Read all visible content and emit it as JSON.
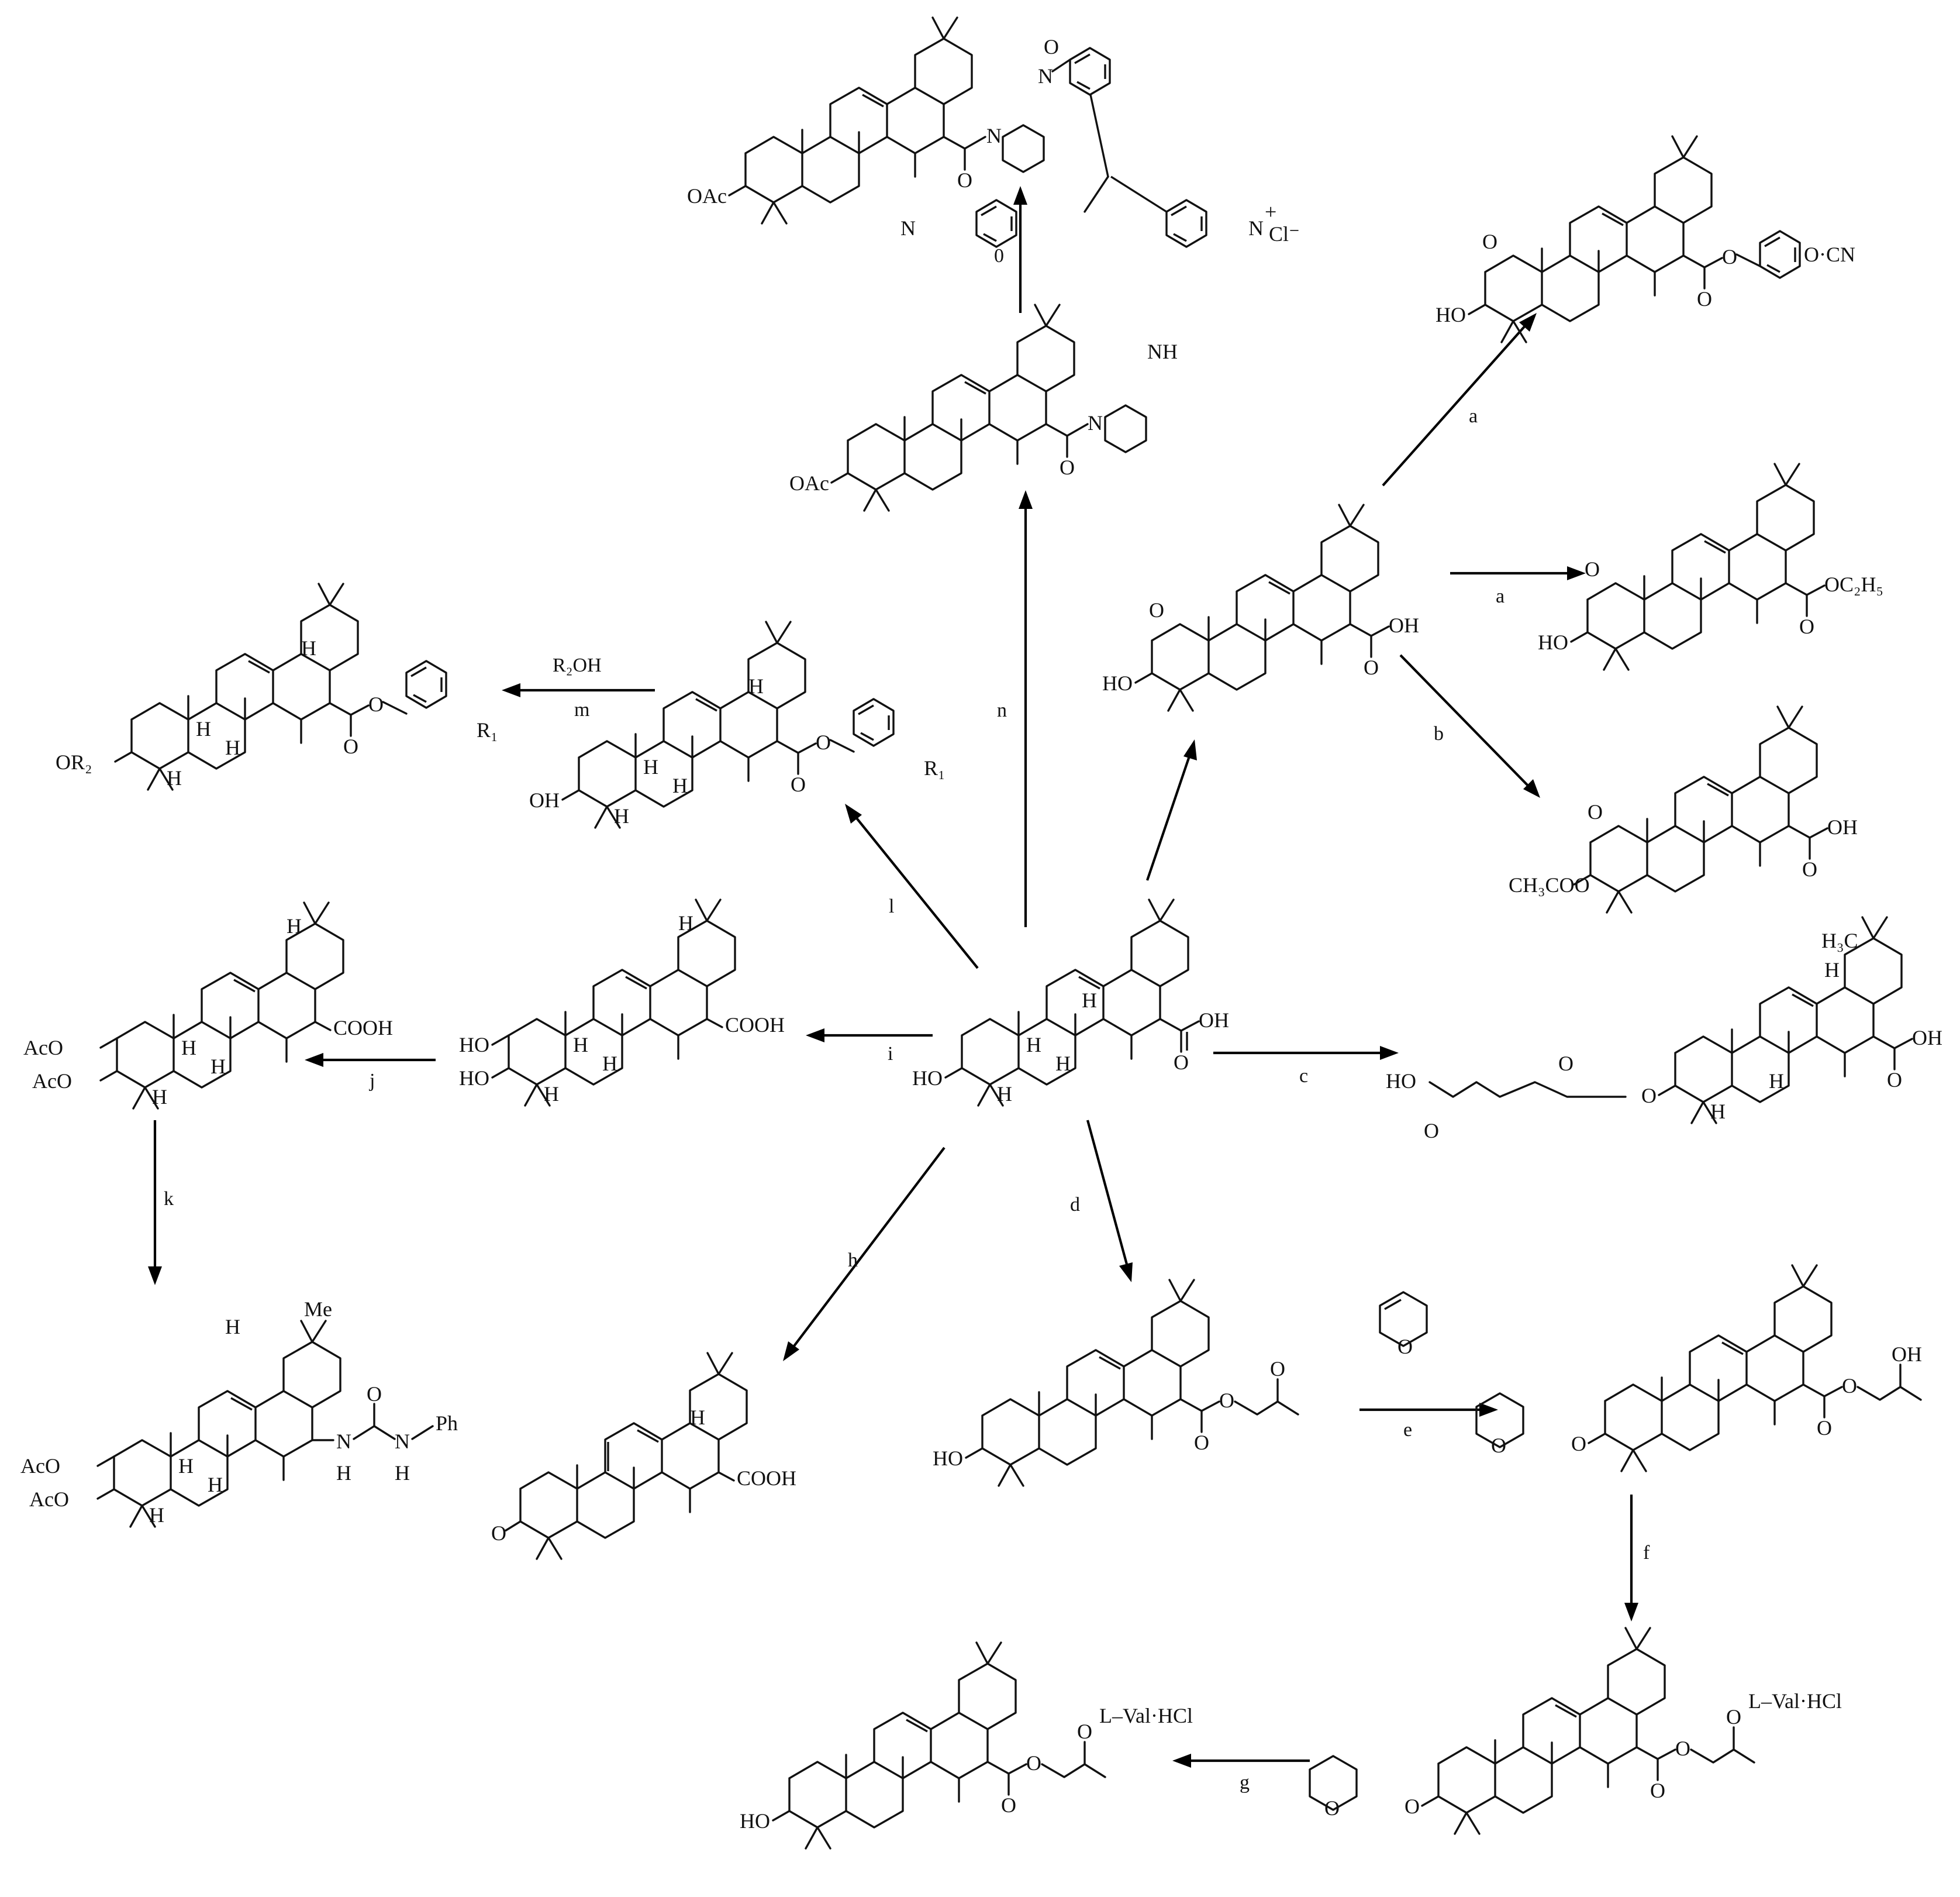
{
  "steps": {
    "a1": "a",
    "a2": "a",
    "b": "b",
    "c": "c",
    "d": "d",
    "e": "e",
    "f": "f",
    "g": "g",
    "h": "h",
    "i": "i",
    "j": "j",
    "k": "k",
    "l": "l",
    "m": "m",
    "n": "n",
    "o": "0",
    "m_reagent": "R₂OH"
  },
  "labels": {
    "top_oac": "OAc",
    "top_n1": "N",
    "top_n2": "N",
    "top_o": "O",
    "top_nme2": "N",
    "top_nplus": "N",
    "top_plus": "+",
    "top_cl": "Cl⁻",
    "pip_oac": "OAc",
    "pip_nh": "NH",
    "pip_n": "N",
    "pip_o": "O",
    "ep_oh": "OH",
    "ep_ho": "HO",
    "ep_o": "O",
    "ep_o2": "O",
    "cn_ho": "HO",
    "cn_o": "O",
    "cn_ocn": "O·CN",
    "cn_o2": "O",
    "cn_o3": "O",
    "et_ho": "HO",
    "et_o": "O",
    "et_oc2h5": "OC₂H₅",
    "et_o2": "O",
    "ac_oh": "OH",
    "ac_ch3coo": "CH₃COO",
    "ac_o": "O",
    "ac_o2": "O",
    "bn_oh": "OH",
    "bn_o": "O",
    "bn_o2": "O",
    "bn_r1": "R₁",
    "bn_h1": "H",
    "bn_h2": "H",
    "bn_h3": "H",
    "bn_h4": "H",
    "or_or2": "OR₂",
    "or_o": "O",
    "or_o2": "O",
    "or_r1": "R₁",
    "or_h1": "H",
    "or_h2": "H",
    "or_h3": "H",
    "or_h4": "H",
    "c_oh": "OH",
    "c_o": "O",
    "c_ho": "HO",
    "c_h1": "H",
    "c_h2": "H",
    "c_h3": "H",
    "c_h4": "H",
    "dh_ho1": "HO",
    "dh_ho2": "HO",
    "dh_cooh": "COOH",
    "dh_h1": "H",
    "dh_h2": "H",
    "dh_h3": "H",
    "dh_h4": "H",
    "da_aco1": "AcO",
    "da_aco2": "AcO",
    "da_cooh": "COOH",
    "da_h1": "H",
    "da_h2": "H",
    "da_h3": "H",
    "da_h4": "H",
    "ur_aco1": "AcO",
    "ur_aco2": "AcO",
    "ur_me": "Me",
    "ur_n1": "N",
    "ur_h_n1": "H",
    "ur_o": "O",
    "ur_n2": "N",
    "ur_h_n2": "H",
    "ur_ph": "Ph",
    "ur_h1": "H",
    "ur_h2": "H",
    "ur_h3": "H",
    "ur_h4": "H",
    "su_ho": "HO",
    "su_o1": "O",
    "su_o2": "O",
    "su_o3": "O",
    "su_oh": "OH",
    "su_o4": "O",
    "su_h3c": "H₃C",
    "su_h1": "H",
    "su_h2": "H",
    "su_h3": "H",
    "ke_o": "O",
    "ke_cooh": "COOH",
    "ke_h": "H",
    "ace_ho": "HO",
    "ace_o1": "O",
    "ace_o2": "O",
    "ace_o3": "O",
    "thp_ring_o": "O",
    "te_o1": "O",
    "te_o2": "O",
    "te_o3": "O",
    "te_o4": "O",
    "te_oh": "OH",
    "tv_o1": "O",
    "tv_o2": "O",
    "tv_o3": "O",
    "tv_o4": "O",
    "tv_o5": "O",
    "tv_val": "L–Val·HCl",
    "fv_ho": "HO",
    "fv_o1": "O",
    "fv_o2": "O",
    "fv_o3": "O",
    "fv_val": "L–Val·HCl"
  }
}
